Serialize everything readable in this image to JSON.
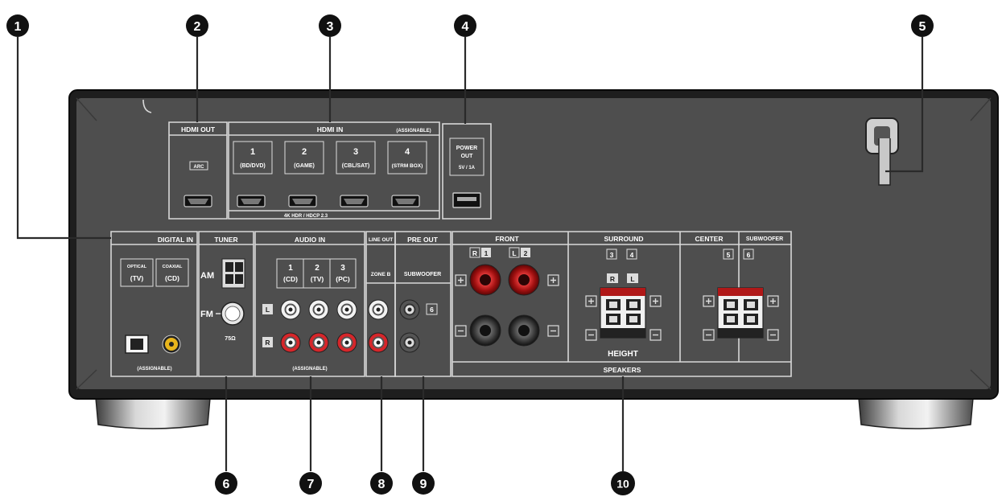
{
  "callouts": [
    "1",
    "2",
    "3",
    "4",
    "5",
    "6",
    "7",
    "8",
    "9",
    "10"
  ],
  "hdmi_out": {
    "title": "HDMI OUT",
    "arc": "ARC"
  },
  "hdmi_in": {
    "title": "HDMI IN",
    "assignable": "(ASSIGNABLE)",
    "inputs": [
      {
        "num": "1",
        "label": "(BD/DVD)"
      },
      {
        "num": "2",
        "label": "(GAME)"
      },
      {
        "num": "3",
        "label": "(CBL/SAT)"
      },
      {
        "num": "4",
        "label": "(STRM BOX)"
      }
    ],
    "footer": "4K HDR / HDCP 2.3"
  },
  "power_out": {
    "line1": "POWER",
    "line2": "OUT",
    "line3": "5V / 1A"
  },
  "digital_in": {
    "title": "DIGITAL IN",
    "optical": "OPTICAL",
    "optical_src": "(TV)",
    "coaxial": "COAXIAL",
    "coaxial_src": "(CD)",
    "assignable": "(ASSIGNABLE)"
  },
  "tuner": {
    "title": "TUNER",
    "am": "AM",
    "fm": "FM",
    "ohm": "75Ω"
  },
  "audio_in": {
    "title": "AUDIO IN",
    "inputs": [
      {
        "num": "1",
        "label": "(CD)"
      },
      {
        "num": "2",
        "label": "(TV)"
      },
      {
        "num": "3",
        "label": "(PC)"
      }
    ],
    "left": "L",
    "right": "R",
    "assignable": "(ASSIGNABLE)"
  },
  "line_out": {
    "title": "LINE OUT",
    "zone": "ZONE B"
  },
  "pre_out": {
    "title": "PRE OUT",
    "sub": "SUBWOOFER",
    "num": "6"
  },
  "speakers": {
    "title": "SPEAKERS",
    "front": "FRONT",
    "front_r": "R",
    "front_r_num": "1",
    "front_l": "L",
    "front_l_num": "2",
    "surround": "SURROUND",
    "surround_nums": [
      "3",
      "4"
    ],
    "surround_r": "R",
    "surround_l": "L",
    "height": "HEIGHT",
    "center": "CENTER",
    "center_num": "5",
    "subwoofer": "SUBWOOFER",
    "sub_num": "6"
  }
}
